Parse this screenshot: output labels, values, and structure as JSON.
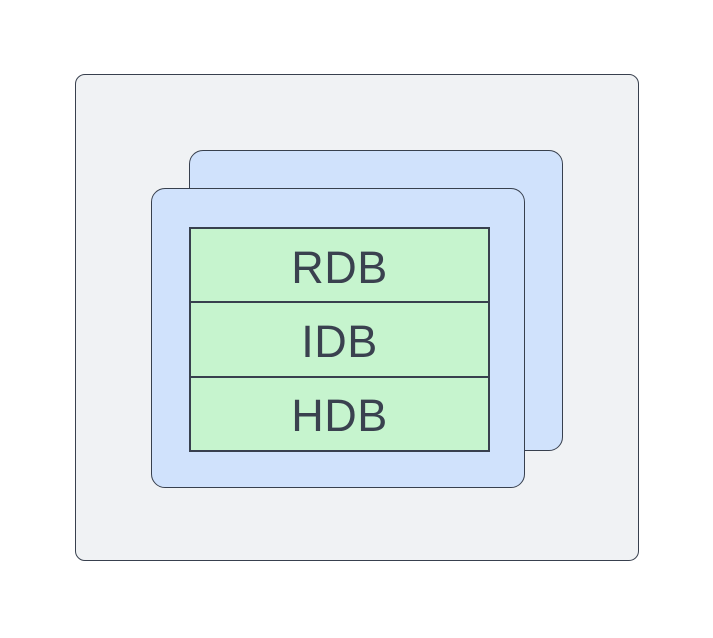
{
  "diagram": {
    "rows": [
      {
        "label": "RDB"
      },
      {
        "label": "IDB"
      },
      {
        "label": "HDB"
      }
    ],
    "colors": {
      "page_background": "#ffffff",
      "outer_fill": "#f0f2f4",
      "layer_fill": "#d0e2fc",
      "row_fill": "#c6f4ce",
      "stroke": "#38404e",
      "text": "#3a414f"
    }
  }
}
